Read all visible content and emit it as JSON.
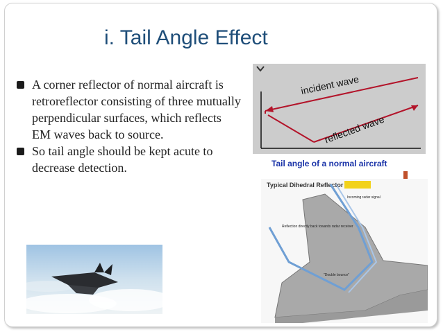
{
  "slide": {
    "title": "i.  Tail Angle Effect",
    "bullets": [
      "A corner reflector of normal aircraft is retroreflector consisting of three mutually perpendicular surfaces, which reflects EM waves back to source.",
      "So tail angle should be kept acute to decrease detection."
    ],
    "wave_figure": {
      "incident_label": "incident wave",
      "reflected_label": "reflected wave"
    },
    "caption": "Tail angle of a normal aircraft",
    "dihedral_figure": {
      "title": "Typical Dihedral Reflector",
      "label_incoming": "Incoming radar signal",
      "label_reflection": "Reflection directly back towards radar receiver",
      "label_bounce": "\"Double bounce\""
    },
    "colors": {
      "title": "#1f4e79",
      "caption": "#1a33a8",
      "arrow": "#c0502a",
      "wave_arrow": "#b3142a",
      "dihedral_title_highlight": "#f2d21b"
    },
    "icons": {
      "down_arrow": "down-arrow-icon"
    }
  }
}
